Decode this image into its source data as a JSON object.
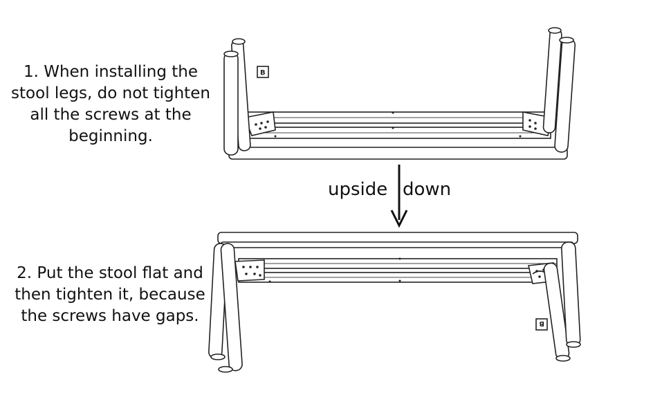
{
  "steps": [
    {
      "text": "1. When installing the\nstool legs, do not tighten\nall the screws at the\nbeginning."
    },
    {
      "text": "2. Put the stool flat and\nthen tighten it, because\nthe screws have gaps."
    }
  ],
  "arrow_label": {
    "left": "upside",
    "right": "down"
  },
  "part_labels": {
    "leg_label": "B"
  }
}
